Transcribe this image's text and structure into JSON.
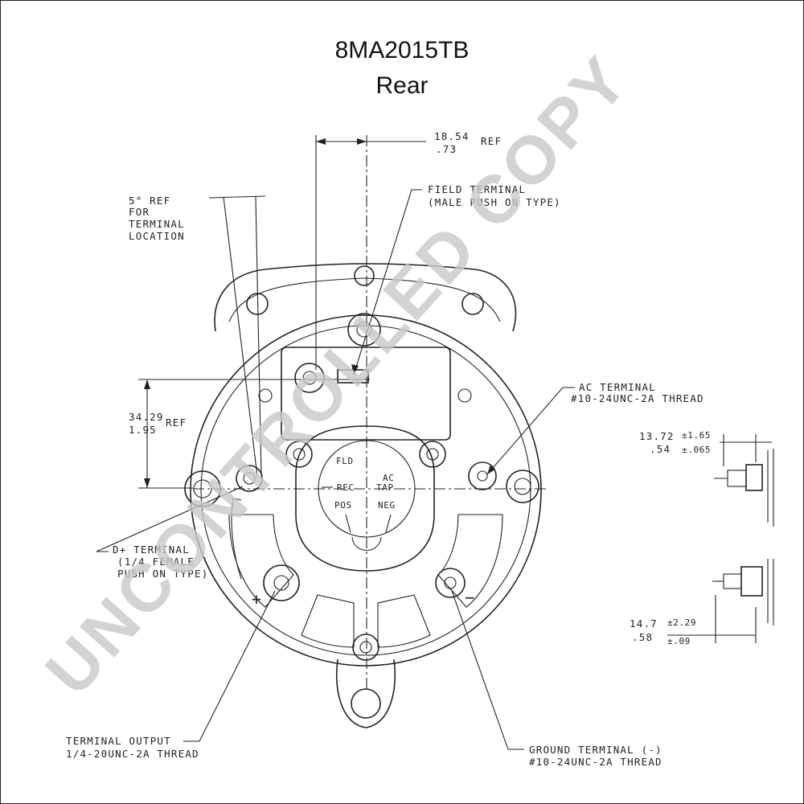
{
  "header": {
    "model": "8MA2015TB",
    "view": "Rear"
  },
  "labels": {
    "top_dim_mm": "18.54",
    "top_dim_in": ".73",
    "top_dim_ref": "REF",
    "angle_line1": "5° REF",
    "angle_line2": "FOR",
    "angle_line3": "TERMINAL",
    "angle_line4": "LOCATION",
    "field_line1": "FIELD TERMINAL",
    "field_line2": "(MALE PUSH ON TYPE)",
    "ac_line1": "AC TERMINAL",
    "ac_line2": "#10-24UNC-2A THREAD",
    "side_dim_mm": "34.29",
    "side_dim_ref": "REF",
    "side_dim_in": "1.95",
    "d_line1": "D+ TERMINAL",
    "d_line2": "(1/4 FEMALE",
    "d_line3": "PUSH ON TYPE)",
    "out_line1": "TERMINAL OUTPUT",
    "out_line2": "1/4-20UNC-2A THREAD",
    "gnd_line1": "GROUND TERMINAL (-)",
    "gnd_line2": "#10-24UNC-2A THREAD",
    "dim1_mm": "13.72",
    "dim1_tol_mm": "±1.65",
    "dim1_in": ".54",
    "dim1_tol_in": "±.065",
    "dim2_mm": "14.7",
    "dim2_tol_mm": "±2.29",
    "dim2_in": ".58",
    "dim2_tol_in": "±.09",
    "reg_fld": "FLD",
    "reg_rec": "REC",
    "reg_ac": "AC",
    "reg_tap": "TAP",
    "reg_pos": "POS",
    "reg_neg": "NEG",
    "plus_sign": "+",
    "minus_sign": "−"
  },
  "watermark": "UNCONTROLLED COPY"
}
